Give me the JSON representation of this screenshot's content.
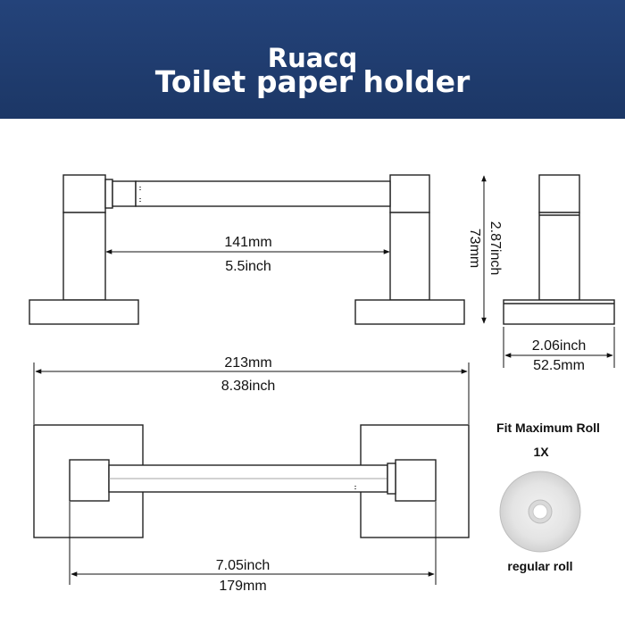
{
  "header": {
    "brand": "Ruacq",
    "product": "Toilet paper holder",
    "background_color": "#1f3c70"
  },
  "front_view": {
    "inner_width_mm": "141mm",
    "inner_width_inch": "5.5inch"
  },
  "side_view": {
    "height_inch": "2.87inch",
    "height_mm": "73mm",
    "depth_inch": "2.06inch",
    "depth_mm": "52.5mm"
  },
  "top_view": {
    "overall_width_mm": "213mm",
    "overall_width_inch": "8.38inch",
    "bar_width_inch": "7.05inch",
    "bar_width_mm": "179mm"
  },
  "roll_info": {
    "heading": "Fit Maximum Roll",
    "quantity": "1X",
    "caption": "regular roll"
  }
}
